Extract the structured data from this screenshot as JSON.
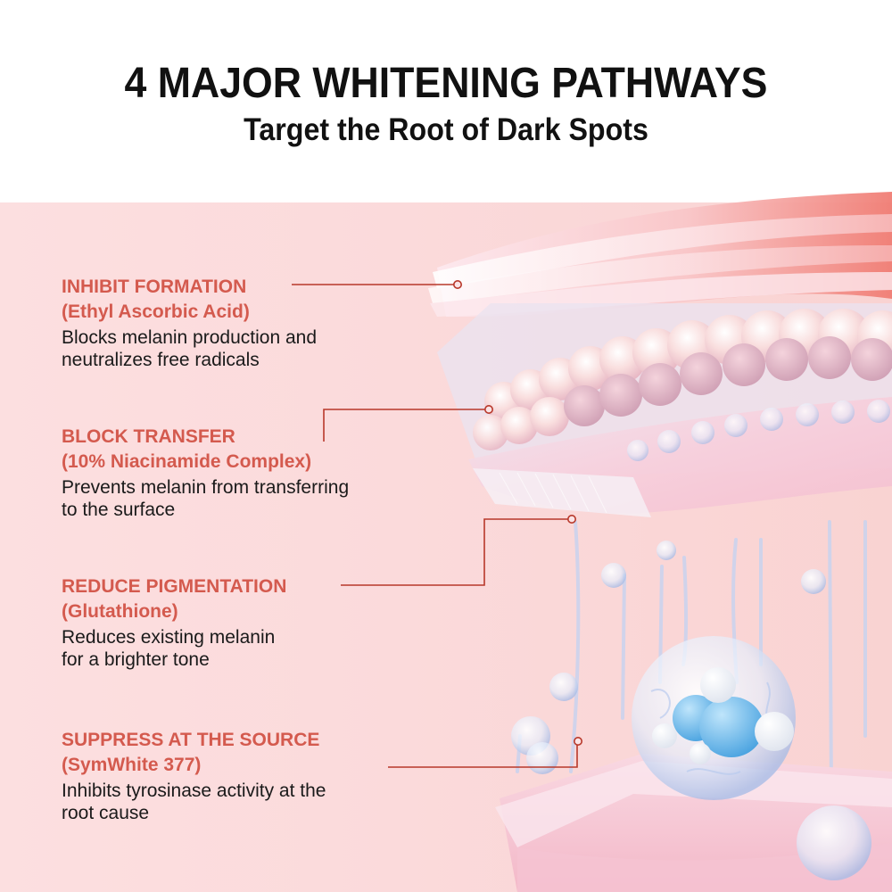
{
  "header": {
    "title": "4 MAJOR WHITENING PATHWAYS",
    "subtitle": "Target the Root of Dark Spots"
  },
  "colors": {
    "heading_text": "#111111",
    "accent_text": "#d45a4e",
    "connector_line": "#b8382a",
    "body_text": "#1a1a1a",
    "panel_background": "#fbdadb",
    "header_background": "#ffffff"
  },
  "pathways": [
    {
      "heading": "INHIBIT FORMATION",
      "ingredient": "(Ethyl Ascorbic Acid)",
      "description_lines": [
        "Blocks melanin production and",
        "neutralizes free radicals"
      ]
    },
    {
      "heading": "BLOCK TRANSFER",
      "ingredient": "(10% Niacinamide Complex)",
      "description_lines": [
        "Prevents melanin from transferring",
        "to the surface"
      ]
    },
    {
      "heading": "REDUCE PIGMENTATION",
      "ingredient": "(Glutathione)",
      "description_lines": [
        "Reduces existing melanin",
        "for a brighter tone"
      ]
    },
    {
      "heading": "SUPPRESS AT THE SOURCE",
      "ingredient": "(SymWhite 377)",
      "description_lines": [
        "Inhibits tyrosinase activity at the",
        "root cause"
      ]
    }
  ],
  "illustration": {
    "icon": "skin-layers-molecule-illustration",
    "layers": [
      "epidermis-sheets",
      "melanocyte-beads",
      "dermis-layer",
      "molecule-bubble"
    ]
  }
}
